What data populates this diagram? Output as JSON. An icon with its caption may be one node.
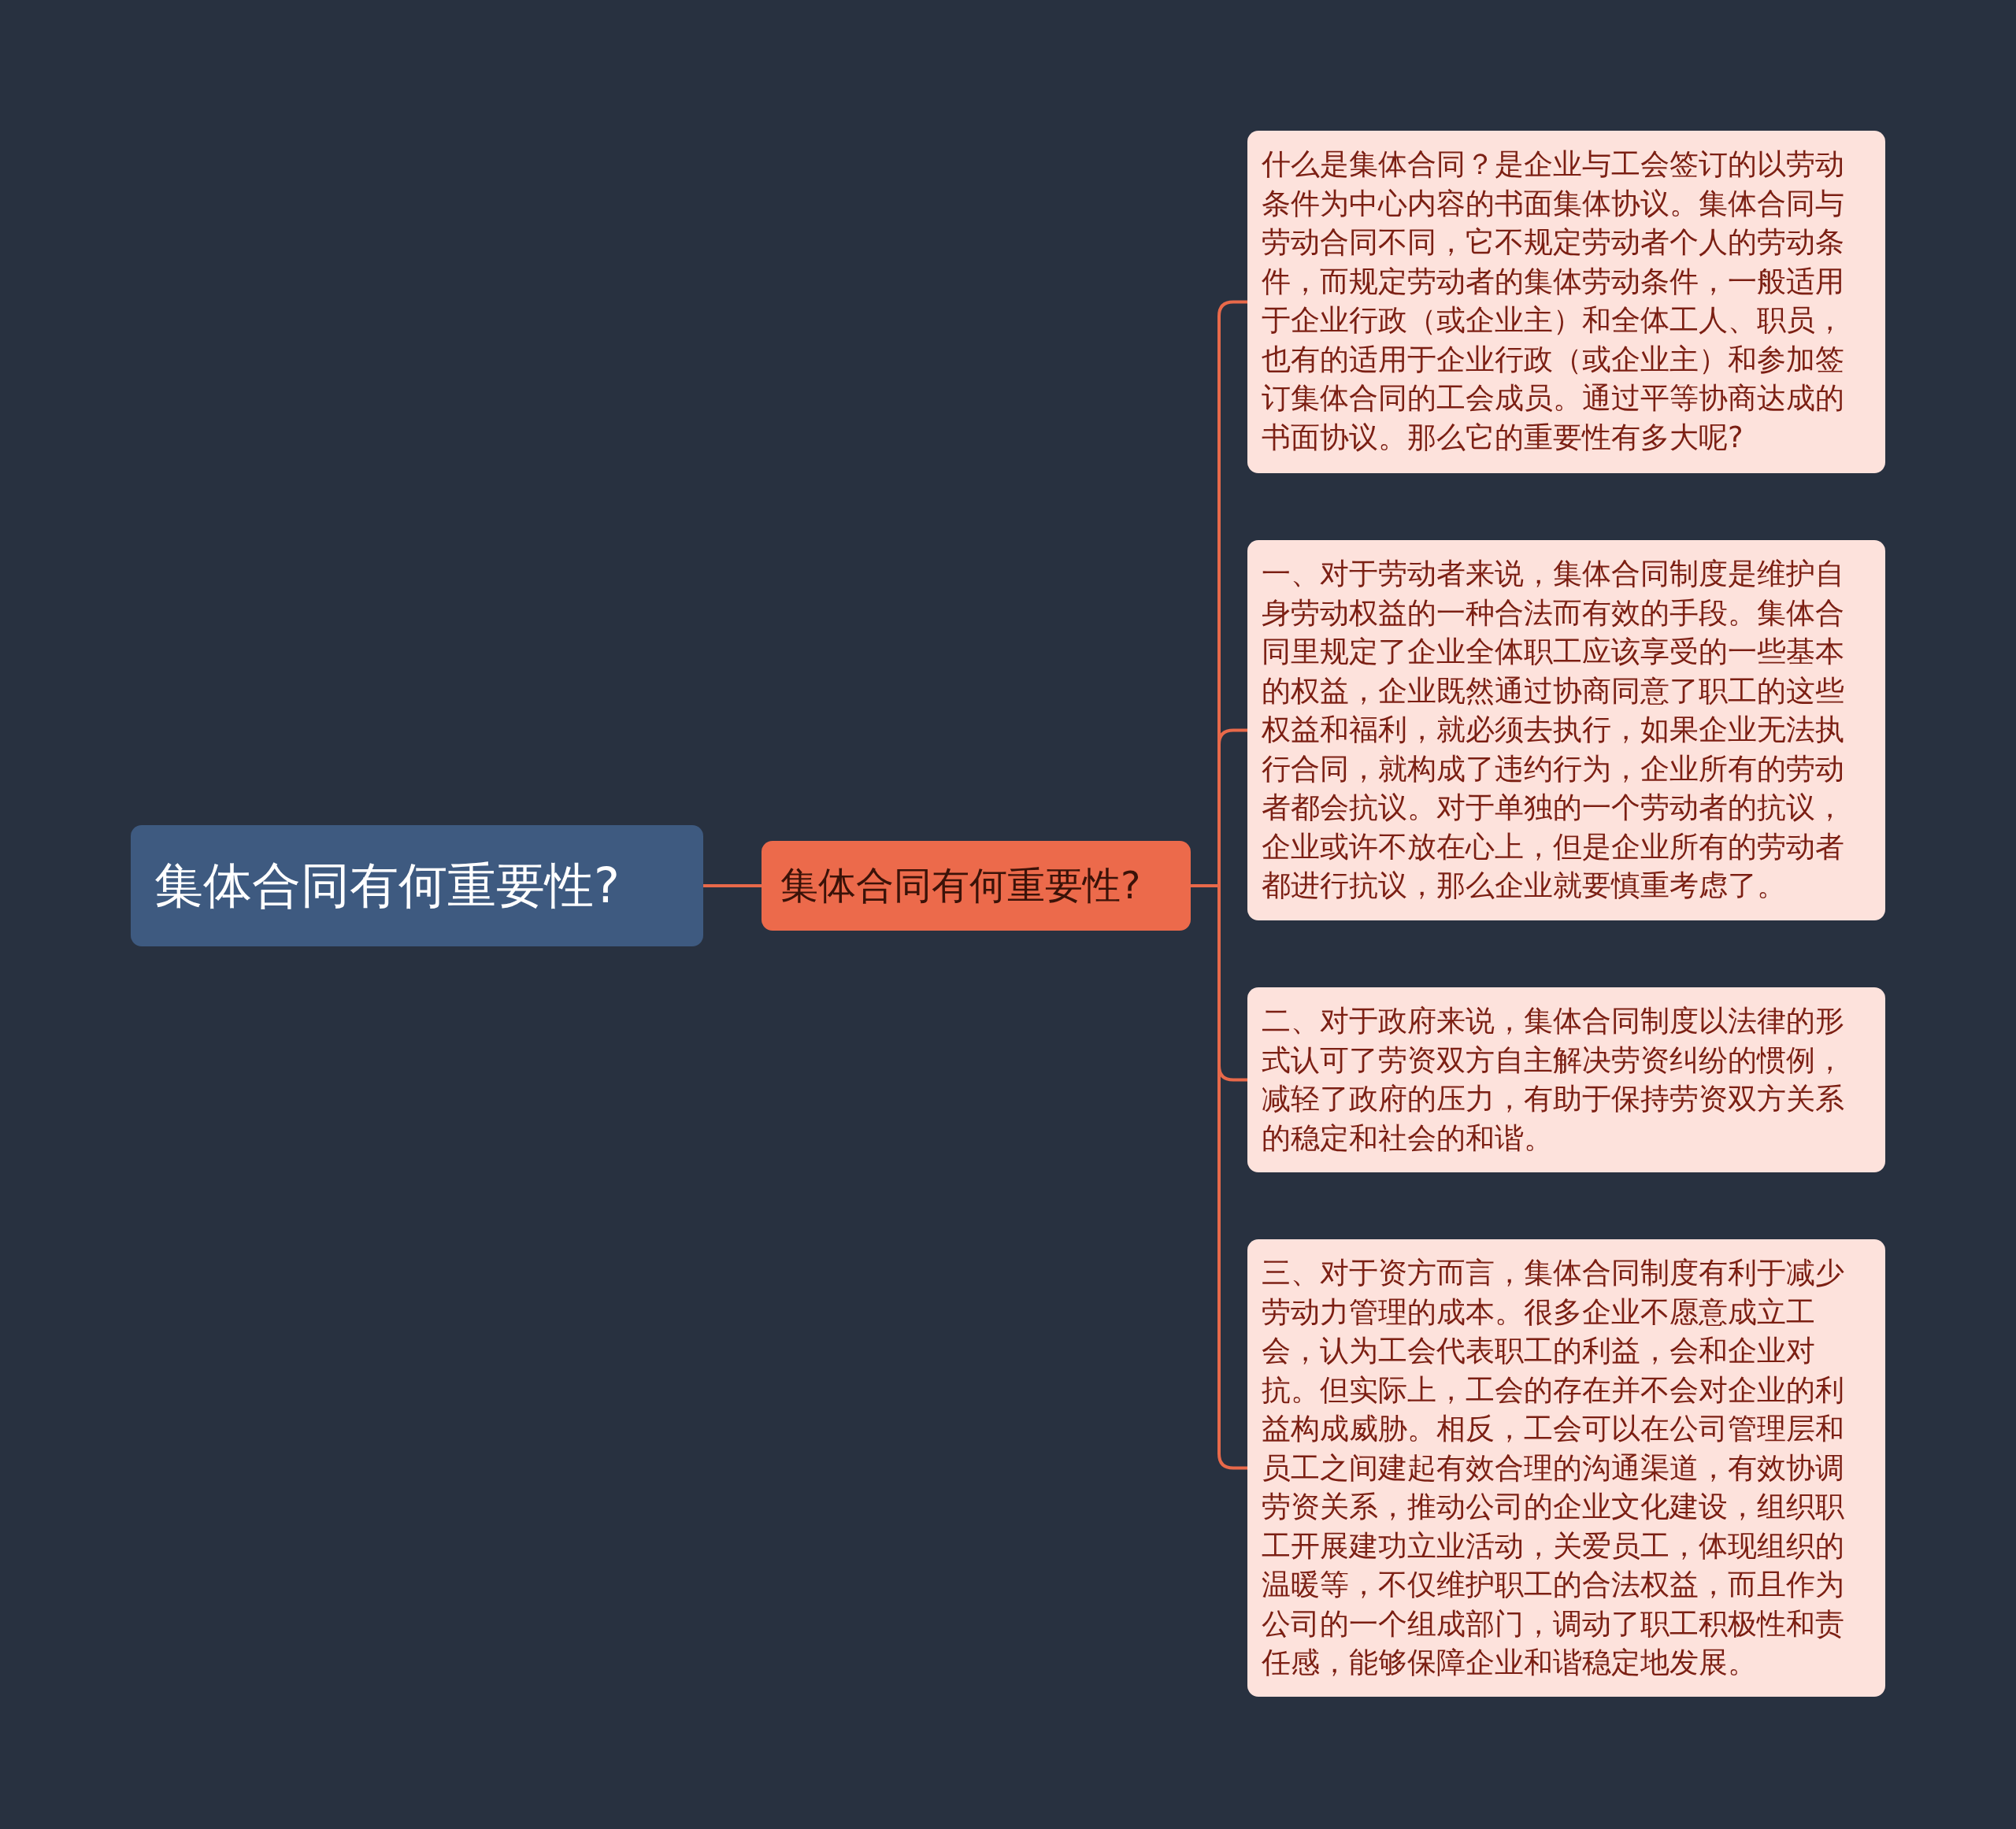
{
  "diagram": {
    "nodes": [
      {
        "text": [
          "集体合同有何重要性?"
        ]
      },
      {
        "text": [
          "集体合同有何重要性?"
        ]
      },
      {
        "text": [
          "什么是集体合同？是企业与工会签订的以劳动条件为中心内容的书面集体协议。集体合同与劳动合同不同，它不规定劳动者个人的劳动条件，而规定劳动者的集体劳动条件，一般适用于企业行政（或企业主）和全体工人、职员，也有的适用于企业行政（或企业主）和参加签订集体合同的工会成员。通过平等协商达成的书面协议。那么它的重要性有多大呢?"
        ]
      },
      {
        "text": [
          "一、对于劳动者来说，集体合同制度是维护自身劳动权益的一种合法而有效的手段。集体合同里规定了企业全体职工应该享受的一些基本的权益，企业既然通过协商同意了职工的这些权益和福利，就必须去执行，如果企业无法执行合同，就构成了违约行为，企业所有的劳动者都会抗议。对于单独的一个劳动者的抗议，企业或许不放在心上，但是企业所有的劳动者都进行抗议，那么企业就要慎重考虑了。"
        ]
      },
      {
        "text": [
          "二、对于政府来说，集体合同制度以法律的形式认可了劳资双方自主解决劳资纠纷的惯例，减轻了政府的压力，有助于保持劳资双方关系的稳定和社会的和谐。"
        ]
      },
      {
        "text": [
          "三、对于资方而言，集体合同制度有利于减少劳动力管理的成本。很多企业不愿意成立工会，认为工会代表职工的利益，会和企业对抗。但实际上，工会的存在并不会对企业的利益构成威胁。相反，工会可以在公司管理层和员工之间建起有效合理的沟通渠道，有效协调劳资关系，推动公司的企业文化建设，组织职工开展建功立业活动，关爱员工，体现组织的温暖等，不仅维护职工的合法权益，而且作为公司的一个组成部门，调动了职工积极性和责任感，能够保障企业和谐稳定地发展。"
        ]
      }
    ],
    "edges": [
      {
        "from": 0,
        "to": 1,
        "arrow": "none"
      },
      {
        "from": 1,
        "to": 2,
        "arrow": "none"
      },
      {
        "from": 1,
        "to": 3,
        "arrow": "none"
      },
      {
        "from": 1,
        "to": 4,
        "arrow": "none"
      },
      {
        "from": 1,
        "to": 5,
        "arrow": "none"
      }
    ]
  }
}
